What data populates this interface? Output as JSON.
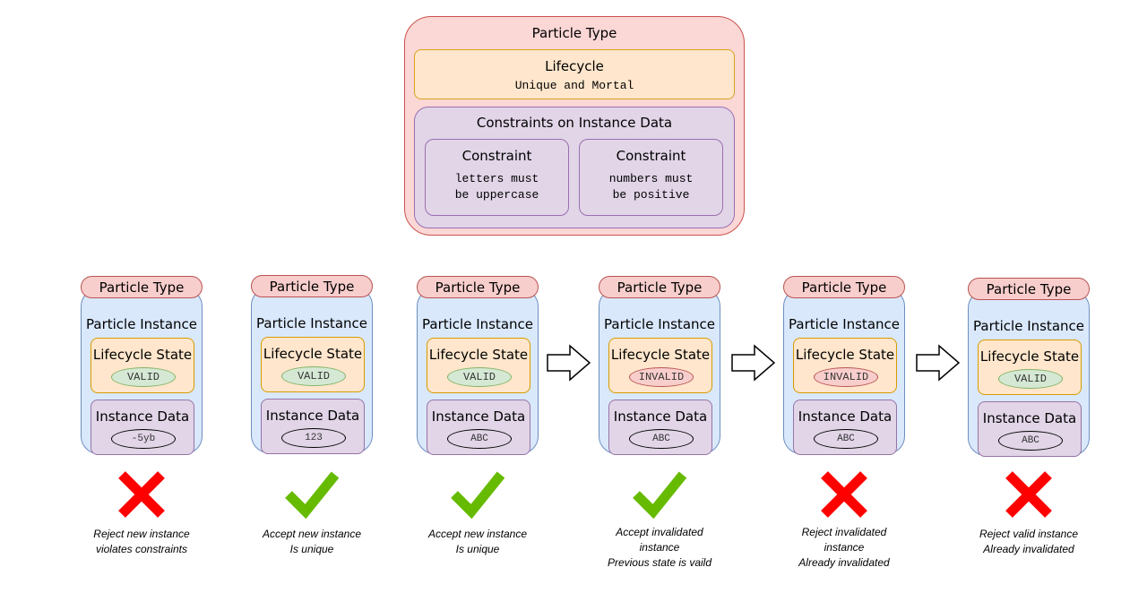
{
  "type_def": {
    "title": "Particle Type",
    "lifecycle": {
      "title": "Lifecycle",
      "value": "Unique and Mortal"
    },
    "constraints": {
      "title": "Constraints on Instance Data",
      "items": [
        {
          "title": "Constraint",
          "line1": "letters must",
          "line2": "be uppercase"
        },
        {
          "title": "Constraint",
          "line1": "numbers must",
          "line2": "be positive"
        }
      ]
    }
  },
  "labels": {
    "type": "Particle Type",
    "instance": "Particle Instance",
    "lifecycle_state": "Lifecycle State",
    "instance_data": "Instance Data"
  },
  "cards": [
    {
      "state": "VALID",
      "state_kind": "valid",
      "data": "-5yb",
      "verdict": "reject",
      "caption": [
        "Reject new instance",
        "violates constraints"
      ]
    },
    {
      "state": "VALID",
      "state_kind": "valid",
      "data": "123",
      "verdict": "accept",
      "caption": [
        "Accept new instance",
        "Is unique"
      ]
    },
    {
      "state": "VALID",
      "state_kind": "valid",
      "data": "ABC",
      "verdict": "accept",
      "caption": [
        "Accept new instance",
        "Is unique"
      ]
    },
    {
      "state": "INVALID",
      "state_kind": "invalid",
      "data": "ABC",
      "verdict": "accept",
      "caption": [
        "Accept invalidated",
        "instance",
        "Previous state is vaild"
      ]
    },
    {
      "state": "INVALID",
      "state_kind": "invalid",
      "data": "ABC",
      "verdict": "reject",
      "caption": [
        "Reject invalidated",
        "instance",
        "Already invalidated"
      ]
    },
    {
      "state": "VALID",
      "state_kind": "valid",
      "data": "ABC",
      "verdict": "reject",
      "caption": [
        "Reject valid instance",
        "Already invalidated"
      ]
    }
  ],
  "colors": {
    "accept": "#66bb00",
    "reject": "#ff0000"
  }
}
